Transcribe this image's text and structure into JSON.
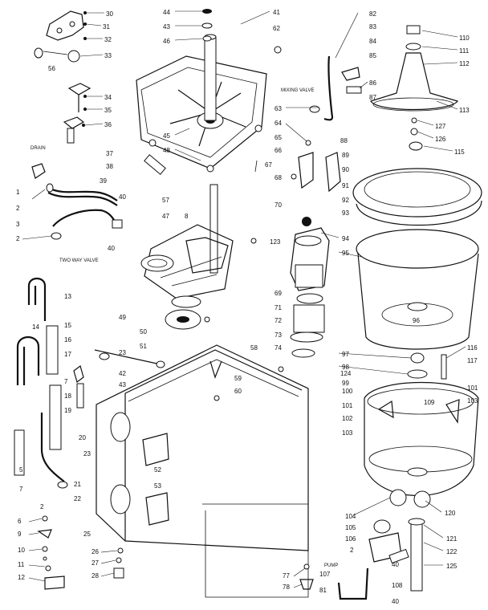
{
  "notes": {
    "drain": "DRAIN",
    "two_way_valve": "TWO WAY VALVE",
    "mixing_valve": "MIXING VALVE",
    "pump": "PUMP"
  },
  "labels": {
    "l30": "30",
    "l31": "31",
    "l32": "32",
    "l33": "33",
    "l56a": "56",
    "l34": "34",
    "l35": "35",
    "l36": "36",
    "l44": "44",
    "l43": "43",
    "l46": "46",
    "l41": "41",
    "l62": "62",
    "l45": "45",
    "l48": "48",
    "l37": "37",
    "l38": "38",
    "l57": "57",
    "l67": "67",
    "l1": "1",
    "l2a": "2",
    "l39": "39",
    "l40a": "40",
    "l3": "3",
    "l2b": "2",
    "l40b": "40",
    "l47": "47",
    "l8": "8",
    "l82": "82",
    "l83": "83",
    "l84": "84",
    "l85": "85",
    "l86": "86",
    "l87": "87",
    "l63": "63",
    "l64": "64",
    "l65": "65",
    "l66": "66",
    "l68": "68",
    "l70": "70",
    "l88": "88",
    "l89": "89",
    "l90": "90",
    "l91": "91",
    "l92": "92",
    "l93": "93",
    "l110": "110",
    "l111": "111",
    "l112": "112",
    "l113": "113",
    "l127": "127",
    "l126": "126",
    "l115": "115",
    "l94": "94",
    "l95": "95",
    "l96": "96",
    "l123": "123",
    "l69": "69",
    "l71": "71",
    "l72": "72",
    "l73": "73",
    "l13": "13",
    "l14": "14",
    "l15": "15",
    "l16": "16",
    "l17": "17",
    "l18": "18",
    "l19": "19",
    "l7a": "7",
    "l49": "49",
    "l50": "50",
    "l51": "51",
    "l23a": "23",
    "l42": "42",
    "l43b": "43",
    "l58": "58",
    "l59": "59",
    "l60": "60",
    "l74": "74",
    "l97": "97",
    "l98": "98",
    "l124": "124",
    "l99": "99",
    "l116": "116",
    "l117": "117",
    "l100": "100",
    "l101a": "101",
    "l102": "102",
    "l103a": "103",
    "l109": "109",
    "l101b": "101",
    "l103b": "103",
    "l20": "20",
    "l21": "21",
    "l22": "22",
    "l23b": "23",
    "l5": "5",
    "l7b": "7",
    "l2c": "2",
    "l52": "52",
    "l53": "53",
    "l6": "6",
    "l9": "9",
    "l10": "10",
    "l11": "11",
    "l12": "12",
    "l25": "25",
    "l26": "26",
    "l27": "27",
    "l28": "28",
    "l77": "77",
    "l78": "78",
    "l104": "104",
    "l105": "105",
    "l106": "106",
    "l2d": "2",
    "l107": "107",
    "l108": "108",
    "l81": "81",
    "l40c": "40",
    "l40d": "40",
    "l120": "120",
    "l121": "121",
    "l122": "122",
    "l125": "125"
  }
}
